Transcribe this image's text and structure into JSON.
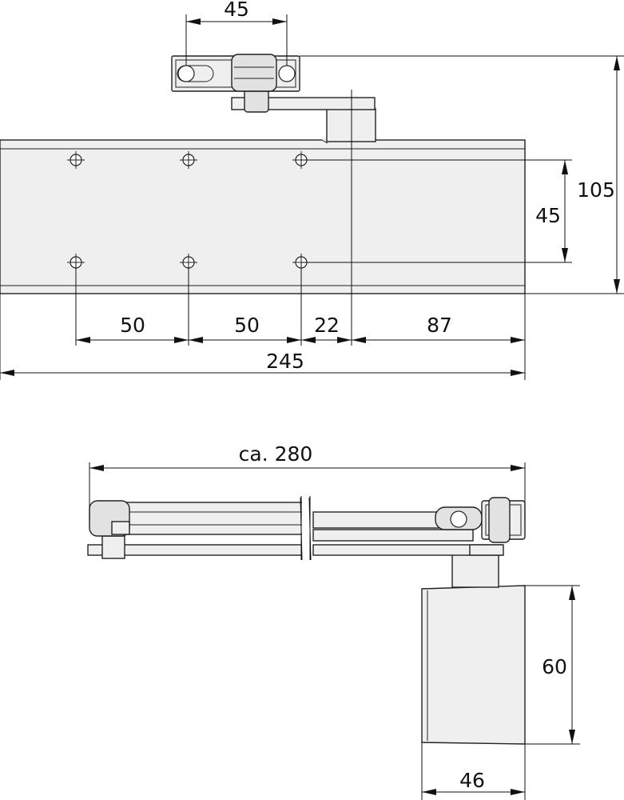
{
  "colors": {
    "part_fill": "#efefef",
    "line": "#222222",
    "background": "#ffffff"
  },
  "top_view": {
    "dimensions": {
      "shoe_hole_spacing": "45",
      "total_height": "105",
      "hole_vertical_spacing": "45",
      "hole_spacing_1": "50",
      "hole_spacing_2": "50",
      "hole_to_axis": "22",
      "axis_to_end": "87",
      "total_length": "245"
    }
  },
  "side_view": {
    "dimensions": {
      "arm_length": "ca. 280",
      "body_height": "60",
      "body_depth": "46"
    }
  }
}
